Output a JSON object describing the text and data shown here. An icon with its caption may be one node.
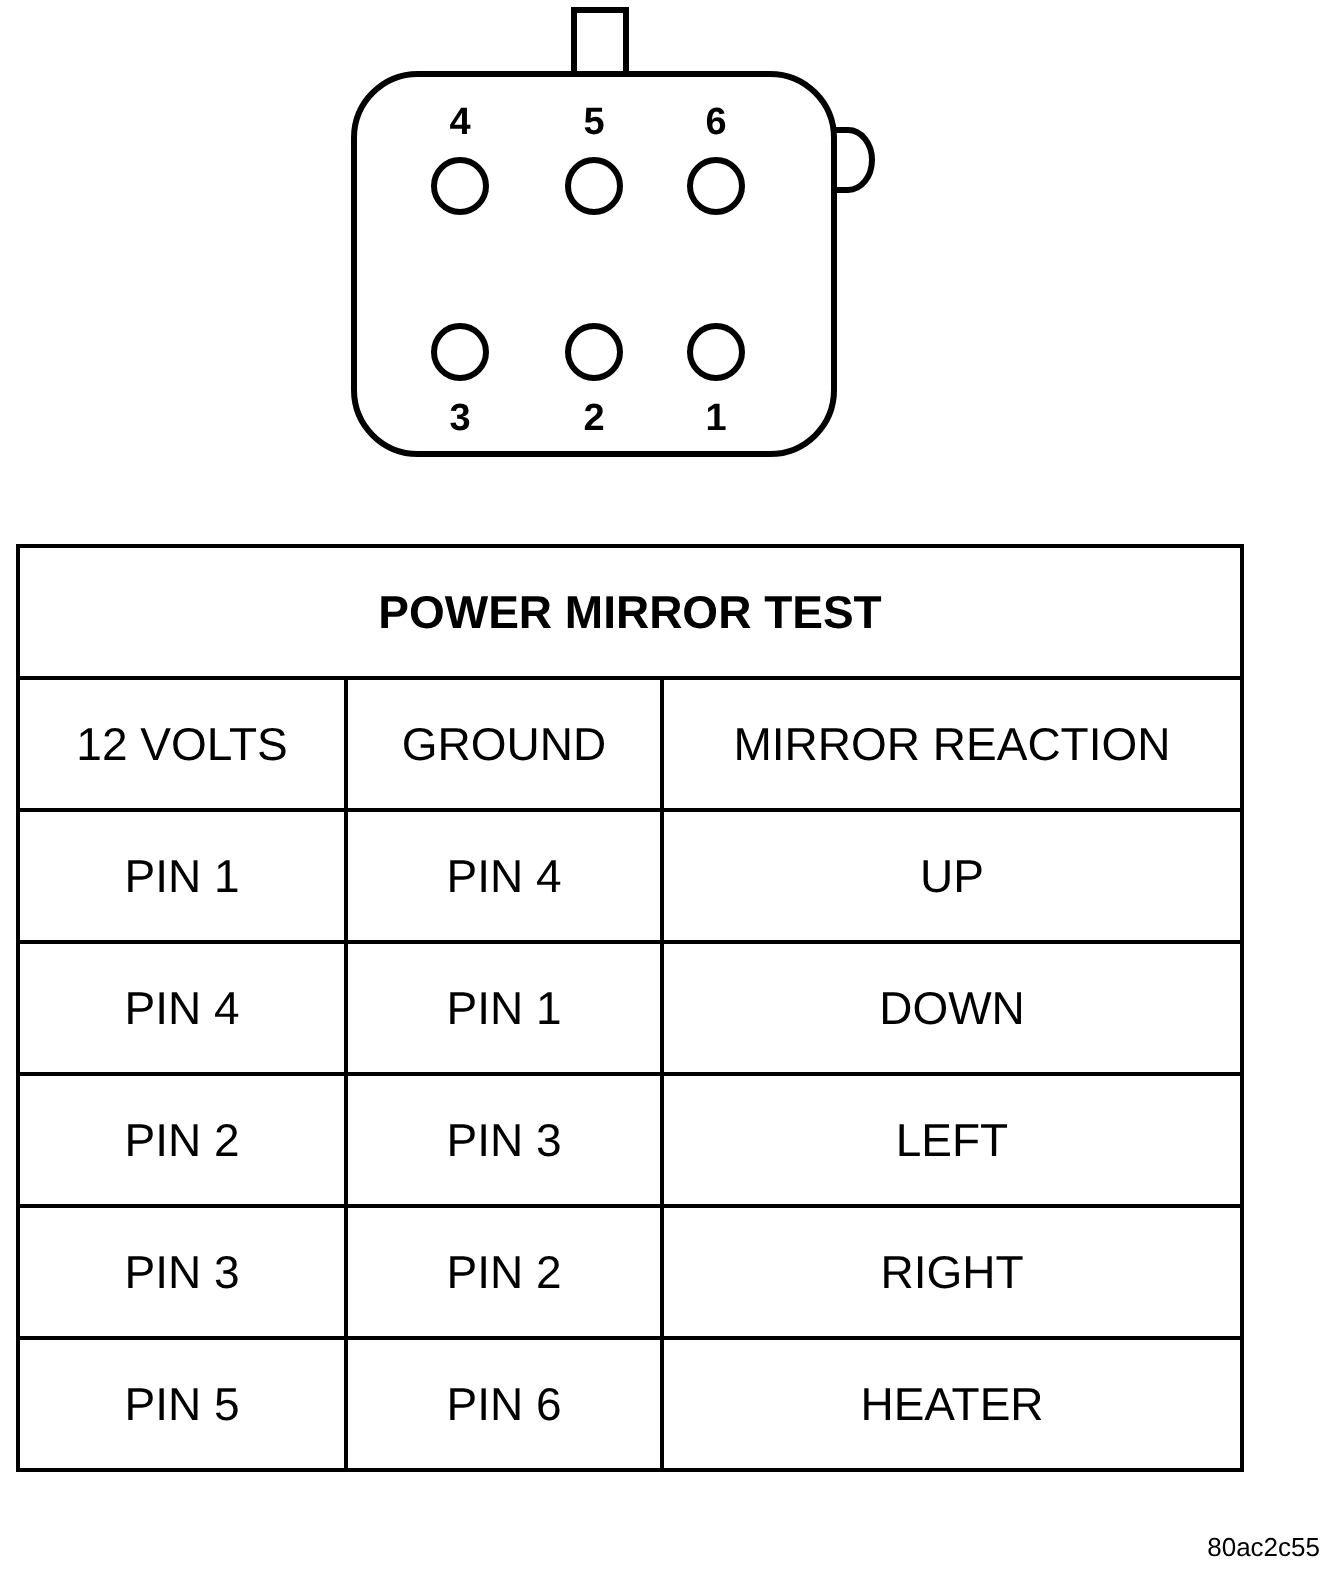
{
  "diagram": {
    "labels": [
      "4",
      "5",
      "6",
      "3",
      "2",
      "1",
      "POWER MIRROR TEST",
      "12 VOLTS",
      "GROUND",
      "MIRROR REACTION",
      "PIN 1",
      "PIN 4",
      "UP",
      "PIN 4",
      "PIN 1",
      "DOWN",
      "PIN 2",
      "PIN 3",
      "LEFT",
      "PIN 3",
      "PIN 2",
      "RIGHT",
      "PIN 5",
      "PIN 6",
      "HEATER",
      "80ac2c55"
    ]
  }
}
